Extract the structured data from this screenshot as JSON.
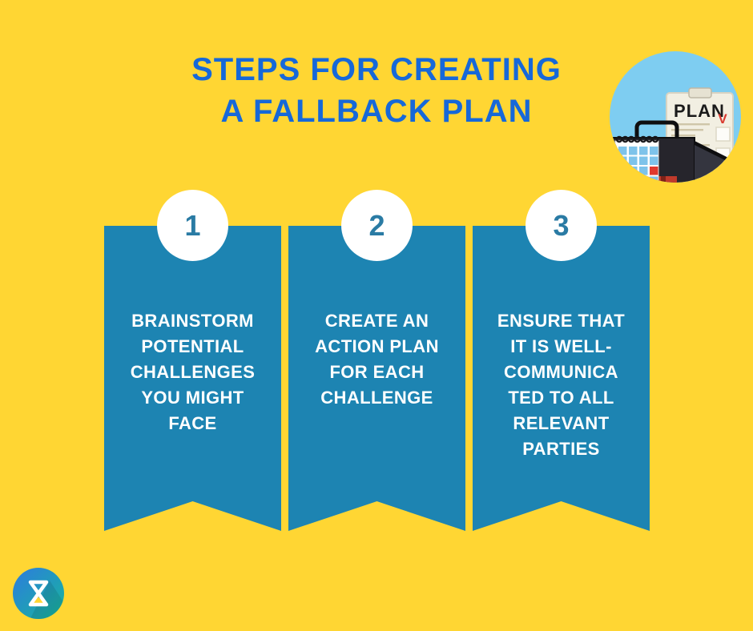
{
  "title": {
    "line1": "STEPS FOR CREATING",
    "line2": "A FALLBACK PLAN"
  },
  "illustration": {
    "plan_label": "PLAN",
    "check_label": "V"
  },
  "steps": [
    {
      "number": "1",
      "lines": [
        "BRAINSTORM",
        "POTENTIAL",
        "CHALLENGES",
        "YOU MIGHT",
        "FACE"
      ]
    },
    {
      "number": "2",
      "lines": [
        "CREATE AN",
        "ACTION PLAN",
        "FOR EACH",
        "CHALLENGE"
      ]
    },
    {
      "number": "3",
      "lines": [
        "ENSURE THAT",
        "IT IS WELL-",
        "COMMUNICA",
        "TED TO ALL",
        "RELEVANT",
        "PARTIES"
      ]
    }
  ],
  "colors": {
    "background": "#FFD633",
    "title_blue": "#1668D9",
    "banner_teal": "#1D84B2",
    "step_number_teal": "#2A7BA4",
    "illustration_sky": "#7ECDF1",
    "accent_red": "#D93A30",
    "clipboard_cream": "#F2EFE2",
    "briefcase_dark": "#26252C",
    "calendar_cell_blue": "#7EC3EA",
    "logo_gradient_start": "#2E7BDF",
    "logo_gradient_end": "#16B79B"
  }
}
